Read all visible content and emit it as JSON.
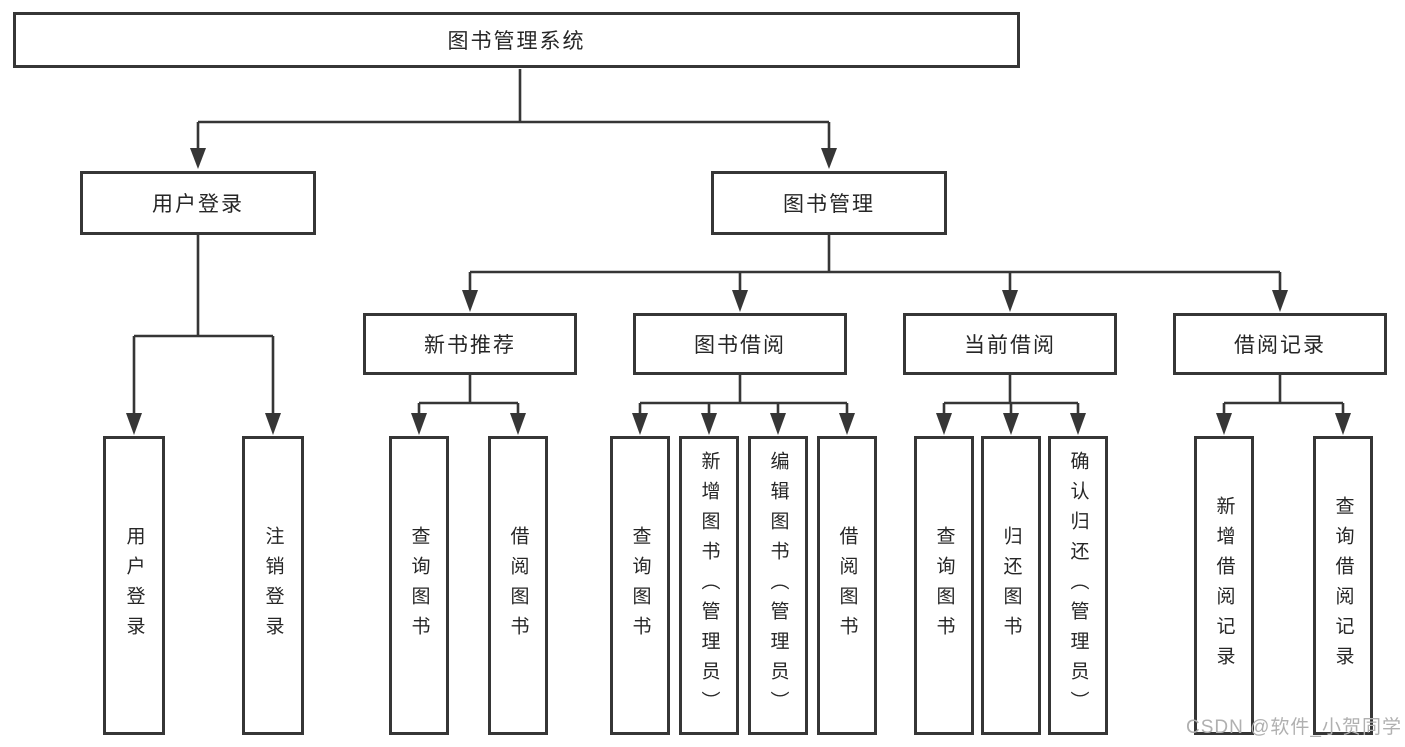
{
  "diagram": {
    "root": {
      "label": "图书管理系统"
    },
    "level2": {
      "user_login": {
        "label": "用户登录"
      },
      "book_mgmt": {
        "label": "图书管理"
      }
    },
    "level3": {
      "new_books": {
        "label": "新书推荐"
      },
      "borrowing": {
        "label": "图书借阅"
      },
      "current": {
        "label": "当前借阅"
      },
      "records": {
        "label": "借阅记录"
      }
    },
    "leaves": {
      "user_login": [
        "用户登录",
        "注销登录"
      ],
      "new_books": [
        "查询图书",
        "借阅图书"
      ],
      "borrowing": [
        "查询图书",
        "新增图书（管理员）",
        "编辑图书（管理员）",
        "借阅图书"
      ],
      "current": [
        "查询图书",
        "归还图书",
        "确认归还（管理员）"
      ],
      "records": [
        "新增借阅记录",
        "查询借阅记录"
      ]
    }
  },
  "watermark": {
    "text": "CSDN @软件_小贺同学"
  },
  "colors": {
    "line": "#363636",
    "text": "#262626",
    "watermark": "#b0b0b0",
    "background": "#ffffff"
  }
}
